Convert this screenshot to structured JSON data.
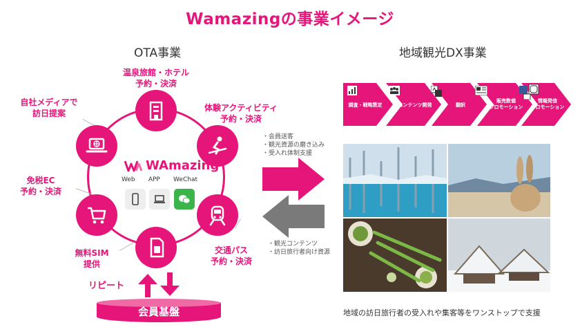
{
  "title": "Wamazingの事業イメージ",
  "ota": {
    "title": "OTA事業",
    "brand": "WAmazing",
    "platforms": [
      "Web",
      "APP",
      "WeChat"
    ],
    "nodes": [
      {
        "label1": "温泉旅館・ホテル",
        "label2": "予約・決済",
        "icon": "hotel-building-icon"
      },
      {
        "label1": "体験アクティビティ",
        "label2": "予約・決済",
        "icon": "skier-icon"
      },
      {
        "label1": "交通パス",
        "label2": "予約・決済",
        "icon": "train-icon"
      },
      {
        "label1": "無料SIM",
        "label2": "提供",
        "icon": "sim-card-icon"
      },
      {
        "label1": "免税EC",
        "label2": "予約・決済",
        "icon": "shopping-cart-icon"
      },
      {
        "label1": "自社メディアで",
        "label2": "訪日提案",
        "icon": "laptop-globe-icon"
      }
    ],
    "repeat": "リピート",
    "base": "会員基盤"
  },
  "flows": {
    "right": [
      "・会員送客",
      "・観光資源の磨き込み",
      "・受入れ体制支援"
    ],
    "left": [
      "・観光コンテンツ",
      "・訪日旅行者向け資源"
    ]
  },
  "dx": {
    "title": "地域観光DX事業",
    "steps": [
      {
        "label1": "調査・戦略策定",
        "label2": "",
        "icon": "chart-icon"
      },
      {
        "label1": "コンテンツ開発",
        "label2": "",
        "icon": "team-icon"
      },
      {
        "label1": "翻訳",
        "label2": "",
        "icon": "translate-icon"
      },
      {
        "label1": "販売数値",
        "label2": "プロモーション",
        "icon": "newspaper-icon"
      },
      {
        "label1": "情報発信",
        "label2": "プロモーション",
        "icon": "social-media-icon"
      }
    ],
    "caption": "地域の訪日旅行者の受入れや集客等をワンストップで支援"
  },
  "colors": {
    "brand": "#e5157a",
    "arrow_pink": "#e5157a",
    "arrow_gray": "#7a7a7a"
  }
}
